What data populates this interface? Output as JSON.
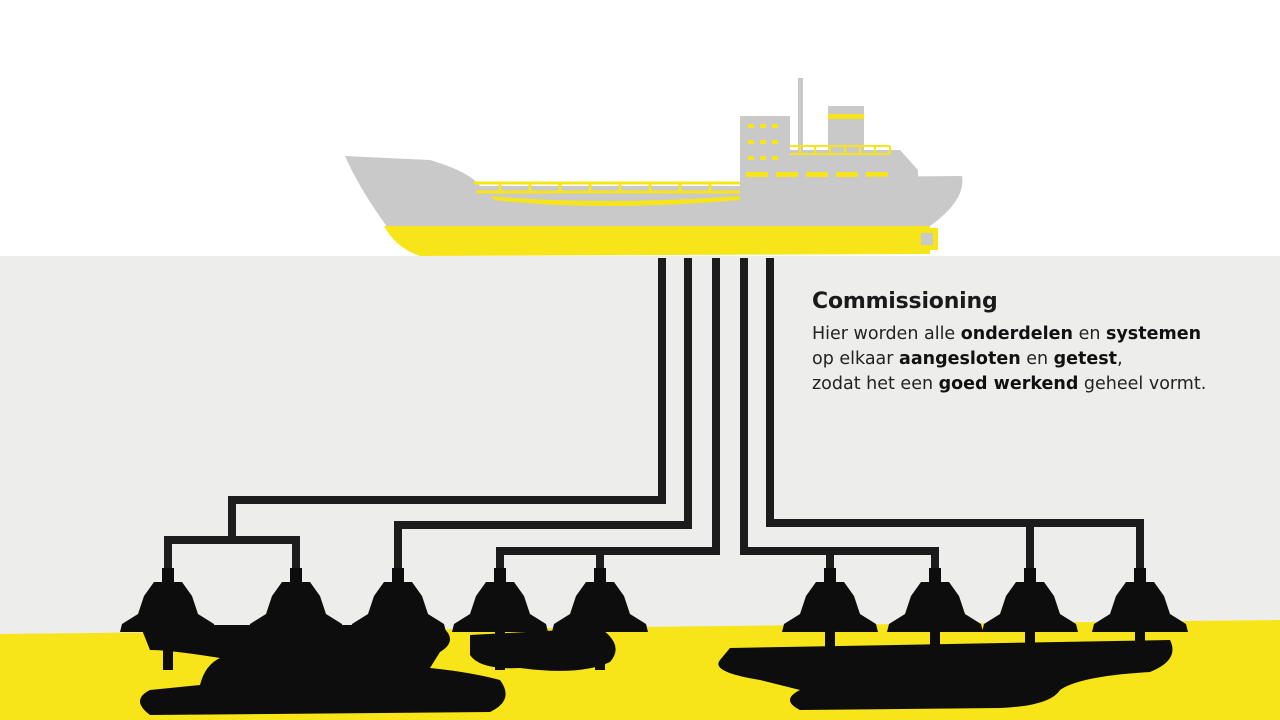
{
  "colors": {
    "sky": "#ffffff",
    "water": "#ededeb",
    "seabed": "#f7e51a",
    "hull": "#c9c9c9",
    "accent": "#f7e51a",
    "pipe": "#1c1c1c",
    "oil": "#0d0d0d"
  },
  "info": {
    "title": "Commissioning",
    "lines": [
      [
        {
          "text": "Hier worden alle ",
          "bold": false
        },
        {
          "text": "onderdelen",
          "bold": true
        },
        {
          "text": " en ",
          "bold": false
        },
        {
          "text": "systemen",
          "bold": true
        }
      ],
      [
        {
          "text": "op elkaar ",
          "bold": false
        },
        {
          "text": "aangesloten",
          "bold": true
        },
        {
          "text": " en ",
          "bold": false
        },
        {
          "text": "getest",
          "bold": true
        },
        {
          "text": ",",
          "bold": false
        }
      ],
      [
        {
          "text": "zodat het een ",
          "bold": false
        },
        {
          "text": "goed werkend",
          "bold": true
        },
        {
          "text": " geheel vormt.",
          "bold": false
        }
      ]
    ]
  },
  "icons": {
    "ship": "tanker-ship-icon",
    "well": "wellhead-icon",
    "reservoir": "oil-reservoir-icon"
  }
}
